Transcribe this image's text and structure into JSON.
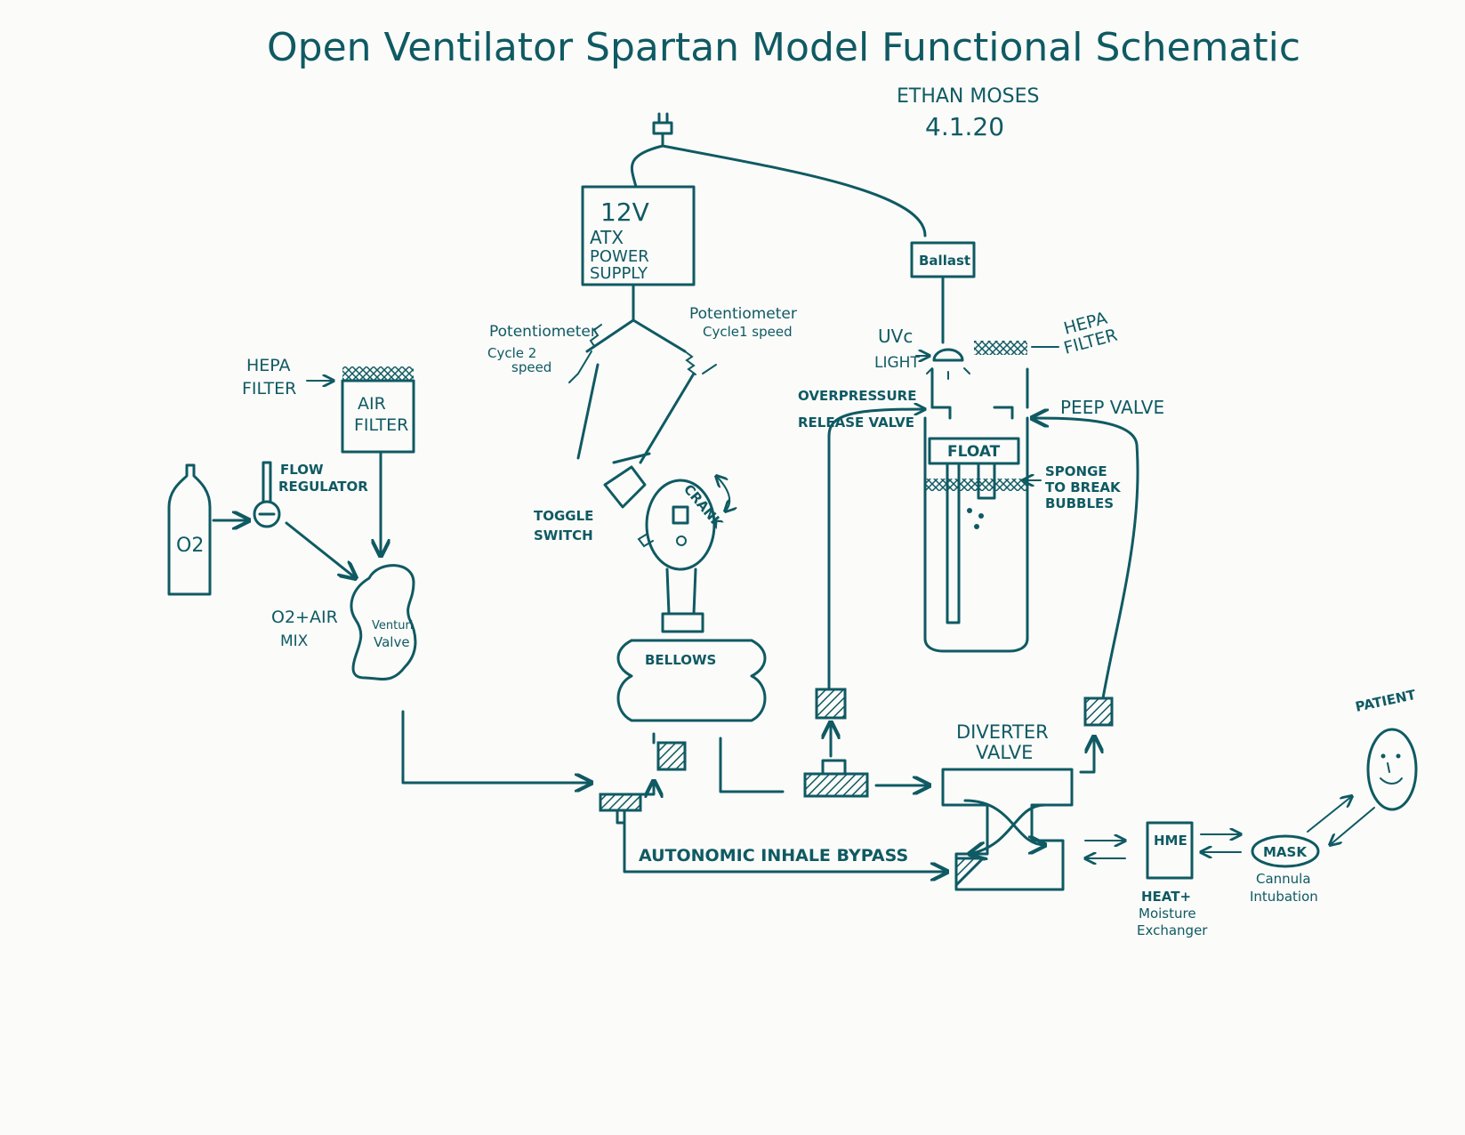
{
  "title": "Open Ventilator Spartan Model Functional Schematic",
  "author": "ETHAN MOSES",
  "date": "4.1.20",
  "labels": {
    "psu_voltage": "12V",
    "psu_line1": "ATX",
    "psu_line2": "POWER",
    "psu_line3": "SUPPLY",
    "ballast": "Ballast",
    "pot2_line1": "Potentiometer",
    "pot2_line2": "Cycle 2",
    "pot2_line3": "speed",
    "pot1_line1": "Potentiometer",
    "pot1_line2": "Cycle1 speed",
    "uvc_line1": "UVc",
    "uvc_line2": "LIGHT",
    "hepa_top_line1": "HEPA",
    "hepa_top_line2": "FILTER",
    "hepa_left_line1": "HEPA",
    "hepa_left_line2": "FILTER",
    "air_filter_line1": "AIR",
    "air_filter_line2": "FILTER",
    "overpressure_line1": "OVERPRESSURE",
    "overpressure_line2": "RELEASE VALVE",
    "peep_valve": "PEEP VALVE",
    "float": "FLOAT",
    "sponge_line1": "SPONGE",
    "sponge_line2": "TO BREAK",
    "sponge_line3": "BUBBLES",
    "flow_line1": "FLOW",
    "flow_line2": "REGULATOR",
    "o2_tank": "O2",
    "toggle_line1": "TOGGLE",
    "toggle_line2": "SWITCH",
    "crank": "CRANK",
    "mix_line1": "O2+AIR",
    "mix_line2": "MIX",
    "venturi_line1": "Venturi",
    "venturi_line2": "Valve",
    "bellows": "BELLOWS",
    "diverter_line1": "DIVERTER",
    "diverter_line2": "VALVE",
    "bypass": "AUTONOMIC INHALE BYPASS",
    "hme": "HME",
    "hme_line1": "HEAT+",
    "hme_line2": "Moisture",
    "hme_line3": "Exchanger",
    "mask": "MASK",
    "mask_line1": "Cannula",
    "mask_line2": "Intubation",
    "patient": "PATIENT"
  },
  "colors": {
    "ink": "#0f5a63",
    "paper": "#fbfbf9"
  }
}
